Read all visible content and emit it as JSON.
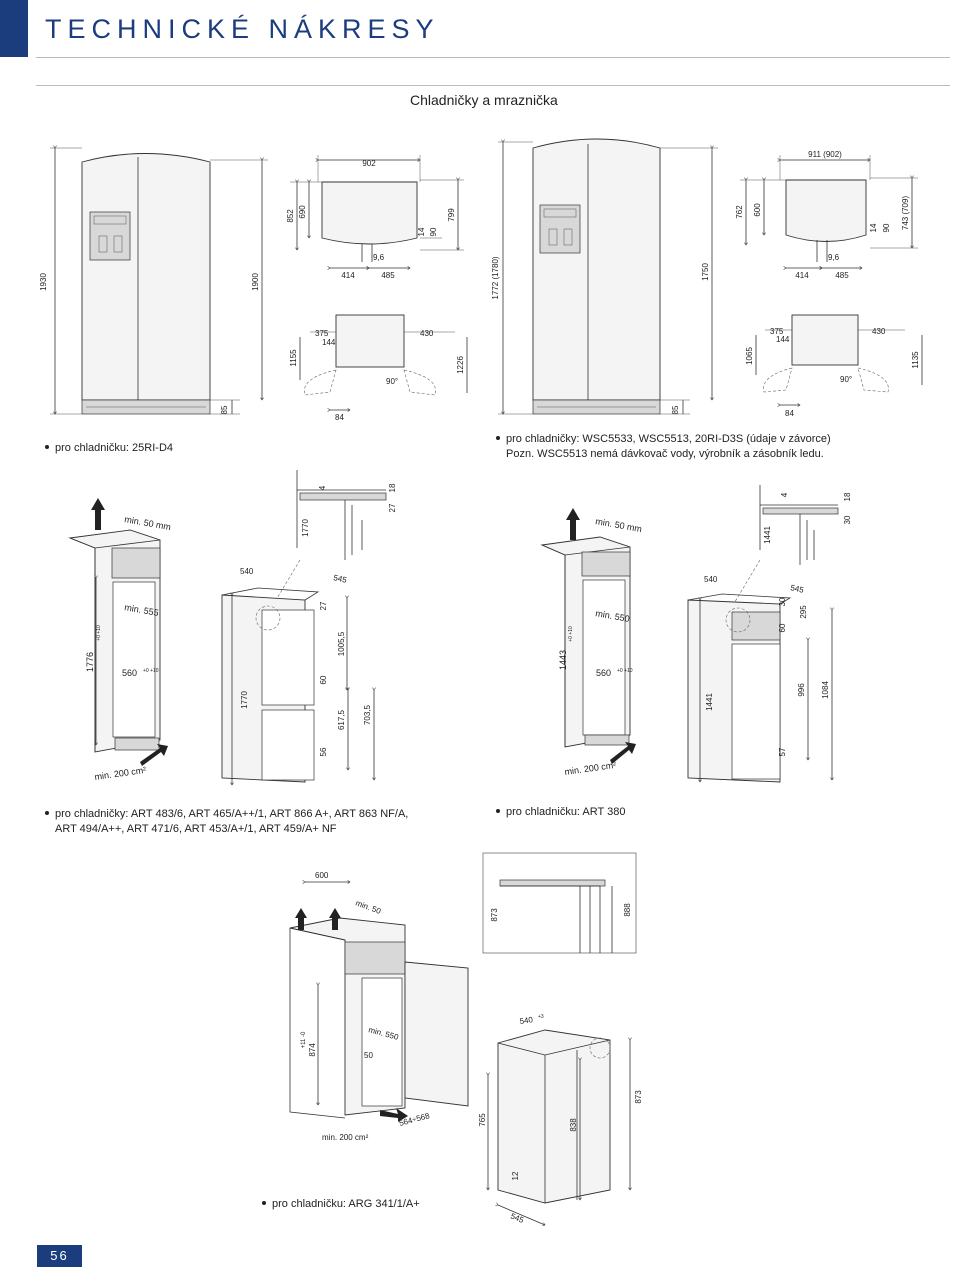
{
  "header": {
    "title": "TECHNICKÉ NÁKRESY"
  },
  "section": {
    "title": "Chladničky a mraznička"
  },
  "notes": {
    "n1": "pro chladničku: 25RI-D4",
    "n2a": "pro chladničky: WSC5533, WSC5513, 20RI-D3S (údaje v závorce)",
    "n2b": "Pozn. WSC5513 nemá dávkovač vody, výrobník a zásobník ledu.",
    "n3a": "pro chladničky: ART 483/6, ART 465/A++/1, ART 866 A+, ART 863 NF/A,",
    "n3b": "ART 494/A++, ART 471/6, ART 453/A+/1, ART 459/A+ NF",
    "n4": "pro chladničku: ART 380",
    "n5": "pro chladničku: ARG 341/1/A+"
  },
  "dims": {
    "a1930": "1930",
    "a1900": "1900",
    "a85": "85",
    "a902": "902",
    "a852": "852",
    "a690": "690",
    "a799": "799",
    "a14": "14",
    "a90": "90",
    "a96": "9,6",
    "a414": "414",
    "a485": "485",
    "a375": "375",
    "a144": "144",
    "a430": "430",
    "a1155": "1155",
    "a1226": "1226",
    "a90deg": "90°",
    "a84": "84",
    "b1772": "1772 (1780)",
    "b1750": "1750",
    "b85": "85",
    "b911": "911 (902)",
    "b762": "762",
    "b600": "600",
    "b743": "743 (709)",
    "b14": "14",
    "b90": "90",
    "b96": "9,6",
    "b414": "414",
    "b485": "485",
    "b375": "375",
    "b144": "144",
    "b430": "430",
    "b1065": "1065",
    "b1135": "1135",
    "b90deg": "90°",
    "b84": "84",
    "c_min50": "min. 50 mm",
    "c_min555": "min. 555",
    "c_1776": "1776",
    "c_1776tol": "+0 +10",
    "c_560": "560",
    "c_560tol": "+0 +10",
    "c_min200": "min. 200 cm²",
    "c_1770a": "1770",
    "c_4": "4",
    "c_18": "18",
    "c_27a": "27",
    "c_540": "540",
    "c_545": "545",
    "c_27b": "27",
    "c_1005": "1005,5",
    "c_60": "60",
    "c_1770b": "1770",
    "c_617": "617,5",
    "c_703": "703,5",
    "c_56": "56",
    "d_min50": "min. 50 mm",
    "d_min550": "min. 550",
    "d_1443": "1443",
    "d_1443tol": "+0 +10",
    "d_560": "560",
    "d_560tol": "+0 +10",
    "d_min200": "min. 200 cm²",
    "d_1441a": "1441",
    "d_4": "4",
    "d_18": "18",
    "d_30a": "30",
    "d_540": "540",
    "d_545": "545",
    "d_30b": "30",
    "d_295": "295",
    "d_60": "60",
    "d_1441b": "1441",
    "d_996": "996",
    "d_1084": "1084",
    "d_57": "57",
    "e_600": "600",
    "e_min50": "min. 50",
    "e_874": "874",
    "e_874tol": "+11 -0",
    "e_min550": "min. 550",
    "e_50": "50",
    "e_min200": "min. 200 cm²",
    "e_564": "564÷568",
    "f_873a": "873",
    "f_888": "888",
    "f_540": "540",
    "f_540tol": "+3",
    "f_765": "765",
    "f_838": "838",
    "f_873b": "873",
    "f_12": "12",
    "f_545": "545"
  },
  "page": {
    "number": "56"
  },
  "colors": {
    "accent": "#1b3d7d",
    "rule": "#bbbbbb"
  }
}
